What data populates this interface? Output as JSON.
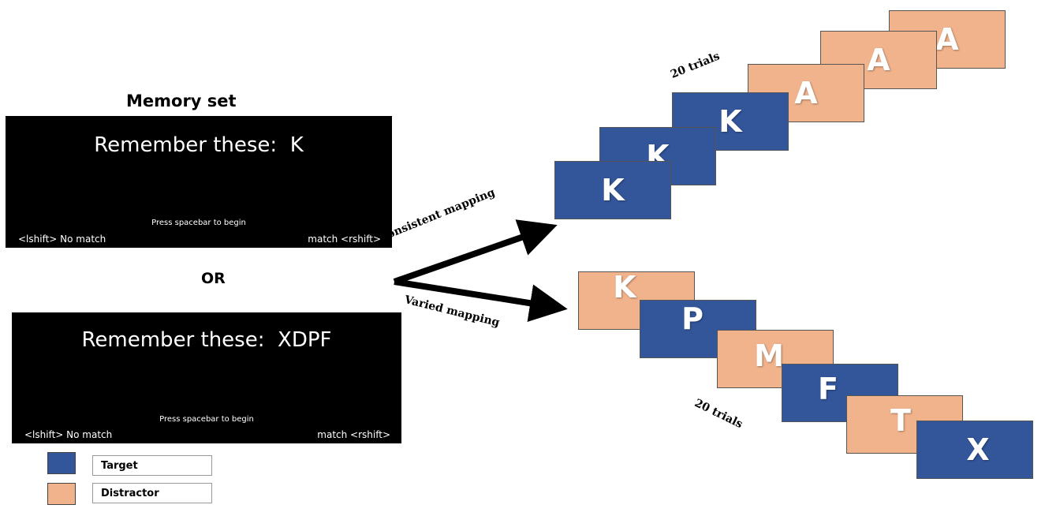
{
  "memory_set_title": "Memory set",
  "or_label": "OR",
  "screens": [
    {
      "prompt": "Remember these:  K",
      "instruction": "Press spacebar to begin",
      "left_key": "<lshift> No match",
      "right_key": "match <rshift>"
    },
    {
      "prompt": "Remember these:  XDPF",
      "instruction": "Press spacebar to begin",
      "left_key": "<lshift> No match",
      "right_key": "match <rshift>"
    }
  ],
  "mappings": {
    "consistent": "Consistent mapping",
    "varied": "Varied mapping"
  },
  "trials": {
    "consistent_label": "20 trials",
    "varied_label": "20 trials",
    "consistent_letters": [
      "K",
      "K",
      "K",
      "A",
      "A",
      "A"
    ],
    "consistent_types": [
      "target",
      "target",
      "target",
      "distractor",
      "distractor",
      "distractor"
    ],
    "varied_letters": [
      "K",
      "P",
      "M",
      "F",
      "T",
      "X"
    ],
    "varied_types": [
      "distractor",
      "target",
      "distractor",
      "target",
      "distractor",
      "target"
    ]
  },
  "legend": {
    "target_label": "Target",
    "distractor_label": "Distractor"
  },
  "colors": {
    "target": "#33559a",
    "distractor": "#f1b38c",
    "screen_bg": "#000000"
  }
}
